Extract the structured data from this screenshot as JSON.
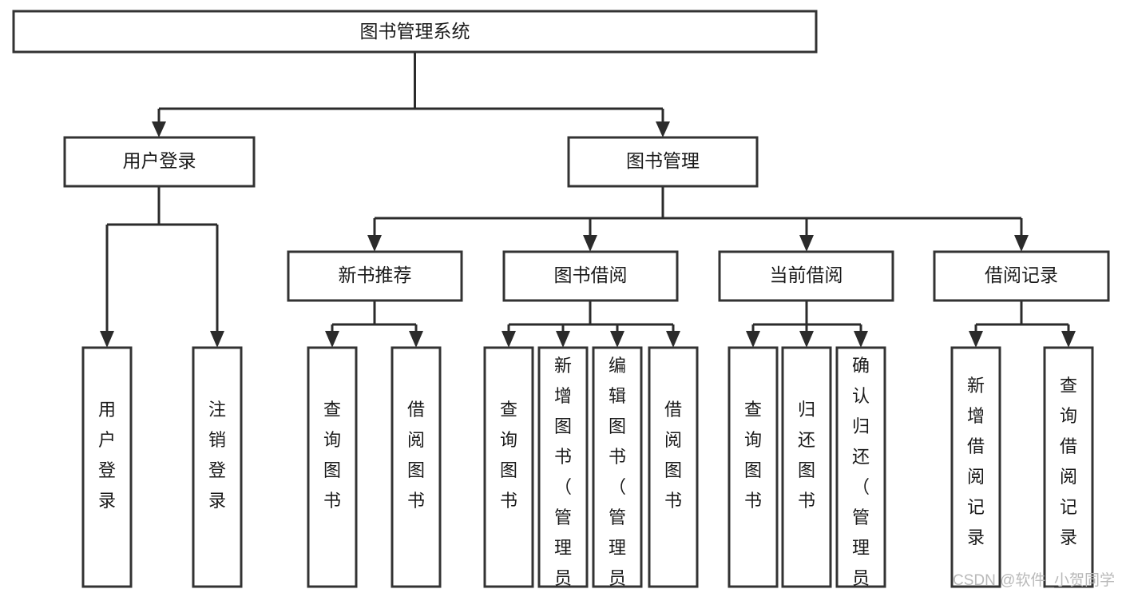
{
  "diagram": {
    "title": "图书管理系统",
    "type": "hierarchy-tree",
    "root": {
      "id": "root",
      "label": "图书管理系统"
    },
    "level2": [
      {
        "id": "user-login",
        "label": "用户登录"
      },
      {
        "id": "book-manage",
        "label": "图书管理"
      }
    ],
    "level3": [
      {
        "id": "new-book-recommend",
        "label": "新书推荐"
      },
      {
        "id": "book-borrow",
        "label": "图书借阅"
      },
      {
        "id": "current-borrow",
        "label": "当前借阅"
      },
      {
        "id": "borrow-record",
        "label": "借阅记录"
      }
    ],
    "leaves": {
      "user-login": [
        {
          "id": "leaf-user-login",
          "label": "用户登录"
        },
        {
          "id": "leaf-logout-login",
          "label": "注销登录"
        }
      ],
      "new-book-recommend": [
        {
          "id": "leaf-query-book-1",
          "label": "查询图书"
        },
        {
          "id": "leaf-borrow-book-1",
          "label": "借阅图书"
        }
      ],
      "book-borrow": [
        {
          "id": "leaf-query-book-2",
          "label": "查询图书"
        },
        {
          "id": "leaf-add-book",
          "label": "新增图书（管理员）"
        },
        {
          "id": "leaf-edit-book",
          "label": "编辑图书（管理员）"
        },
        {
          "id": "leaf-borrow-book-2",
          "label": "借阅图书"
        }
      ],
      "current-borrow": [
        {
          "id": "leaf-query-book-3",
          "label": "查询图书"
        },
        {
          "id": "leaf-return-book",
          "label": "归还图书"
        },
        {
          "id": "leaf-confirm-return",
          "label": "确认归还（管理员）"
        }
      ],
      "borrow-record": [
        {
          "id": "leaf-add-record",
          "label": "新增借阅记录"
        },
        {
          "id": "leaf-query-record",
          "label": "查询借阅记录"
        }
      ]
    }
  },
  "watermark": {
    "text": "CSDN @软件_小贺同学"
  },
  "colors": {
    "background": "#ffffff",
    "box_stroke": "#333333",
    "connector": "#2b2b2b",
    "text": "#1a1a1a",
    "watermark": "#b9b9b9"
  }
}
